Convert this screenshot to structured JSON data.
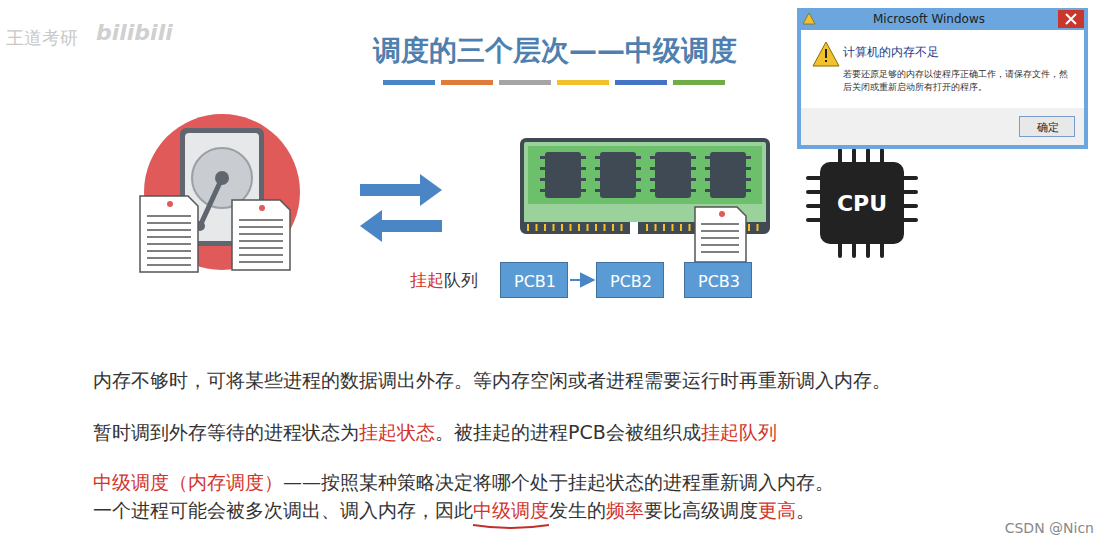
{
  "diagram": {
    "title": "调度的三个层次——中级调度",
    "nodes": [
      {
        "text": [
          "Microsoft Windows",
          "计算机的内存不足",
          "若要还原足够的内存以使程序正确工作，请保存文件，然后关闭或重新启动所有打开的程序。"
        ]
      },
      {
        "text": [
          "确定"
        ],
        "in": 0
      },
      {
        "text": [
          "CPU"
        ]
      },
      {
        "text": [
          "PCB1"
        ]
      },
      {
        "text": [
          "PCB2"
        ]
      },
      {
        "text": [
          "PCB3"
        ]
      }
    ],
    "edges": [
      {
        "from": 3,
        "to": 4,
        "arrow": "to"
      }
    ],
    "labels": [
      "王道考研",
      "bilibili",
      "挂起",
      "队列",
      "内存不够时，可将某些进程的数据调出外存。等内存空闲或者进程需要运行时再重新调入内存。",
      "暂时调到外存等待的进程状态为",
      "挂起状态",
      "。被挂起的进程PCB会被组织成",
      "挂起队列",
      "中级调度（内存调度）",
      "——按照某种策略决定将哪个处于挂起状态的进程重新调入内存。",
      "一个进程可能会被多次调出、调入内存，因此",
      "中级调度",
      "发生的",
      "频率",
      "要比高级调度",
      "更高",
      "。",
      "CSDN @Nicn"
    ]
  }
}
